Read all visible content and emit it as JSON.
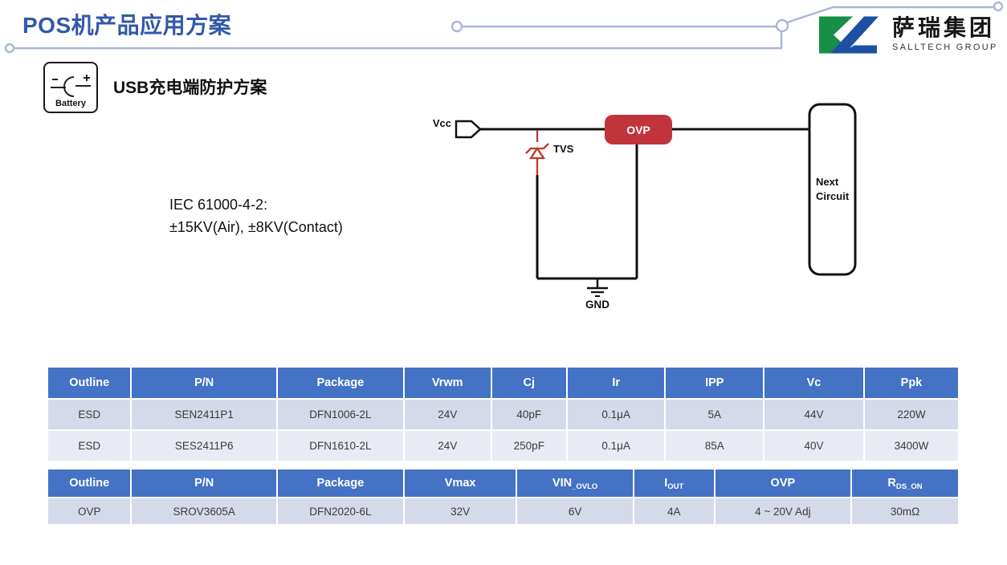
{
  "slide": {
    "title": "POS机产品应用方案",
    "logo": {
      "cn": "萨瑞集团",
      "en": "SALLTECH GROUP"
    },
    "section": {
      "icon_label": "Battery",
      "heading_en": "USB",
      "heading_cn": "充电端防护方案"
    },
    "standard": {
      "line1": "IEC 61000-4-2:",
      "line2": "±15KV(Air), ±8KV(Contact)"
    }
  },
  "circuit": {
    "vcc_label": "Vcc",
    "tvs_label": "TVS",
    "ovp_label": "OVP",
    "next_circuit_line1": "Next",
    "next_circuit_line2": "Circuit",
    "gnd_label": "GND"
  },
  "colors": {
    "title_blue": "#3358A8",
    "deco_line": "#A9B6D9",
    "table_header_blue": "#4472C4",
    "row_dark": "#D5DAEA",
    "row_light": "#E9EBF4",
    "ovp_red": "#C1343B",
    "tvs_red": "#C0392B",
    "logo_green": "#168F47",
    "logo_blue": "#1D50A2"
  },
  "tables": {
    "esd": {
      "headers": [
        "Outline",
        "P/N",
        "Package",
        "Vrwm",
        "Cj",
        "Ir",
        "IPP",
        "Vc",
        "Ppk"
      ],
      "rows": [
        [
          "ESD",
          "SEN2411P1",
          "DFN1006-2L",
          "24V",
          "40pF",
          "0.1μA",
          "5A",
          "44V",
          "220W"
        ],
        [
          "ESD",
          "SES2411P6",
          "DFN1610-2L",
          "24V",
          "250pF",
          "0.1μA",
          "85A",
          "40V",
          "3400W"
        ]
      ]
    },
    "ovp": {
      "headers": [
        {
          "main": "Outline",
          "sub": ""
        },
        {
          "main": "P/N",
          "sub": ""
        },
        {
          "main": "Package",
          "sub": ""
        },
        {
          "main": "Vmax",
          "sub": ""
        },
        {
          "main": "VIN",
          "sub": "_OVLO"
        },
        {
          "main": "I",
          "sub": "OUT"
        },
        {
          "main": "OVP",
          "sub": ""
        },
        {
          "main": "R",
          "sub": "DS_ON"
        }
      ],
      "rows": [
        [
          "OVP",
          "SROV3605A",
          "DFN2020-6L",
          "32V",
          "6V",
          "4A",
          "4 ~ 20V Adj",
          "30mΩ"
        ]
      ]
    }
  }
}
